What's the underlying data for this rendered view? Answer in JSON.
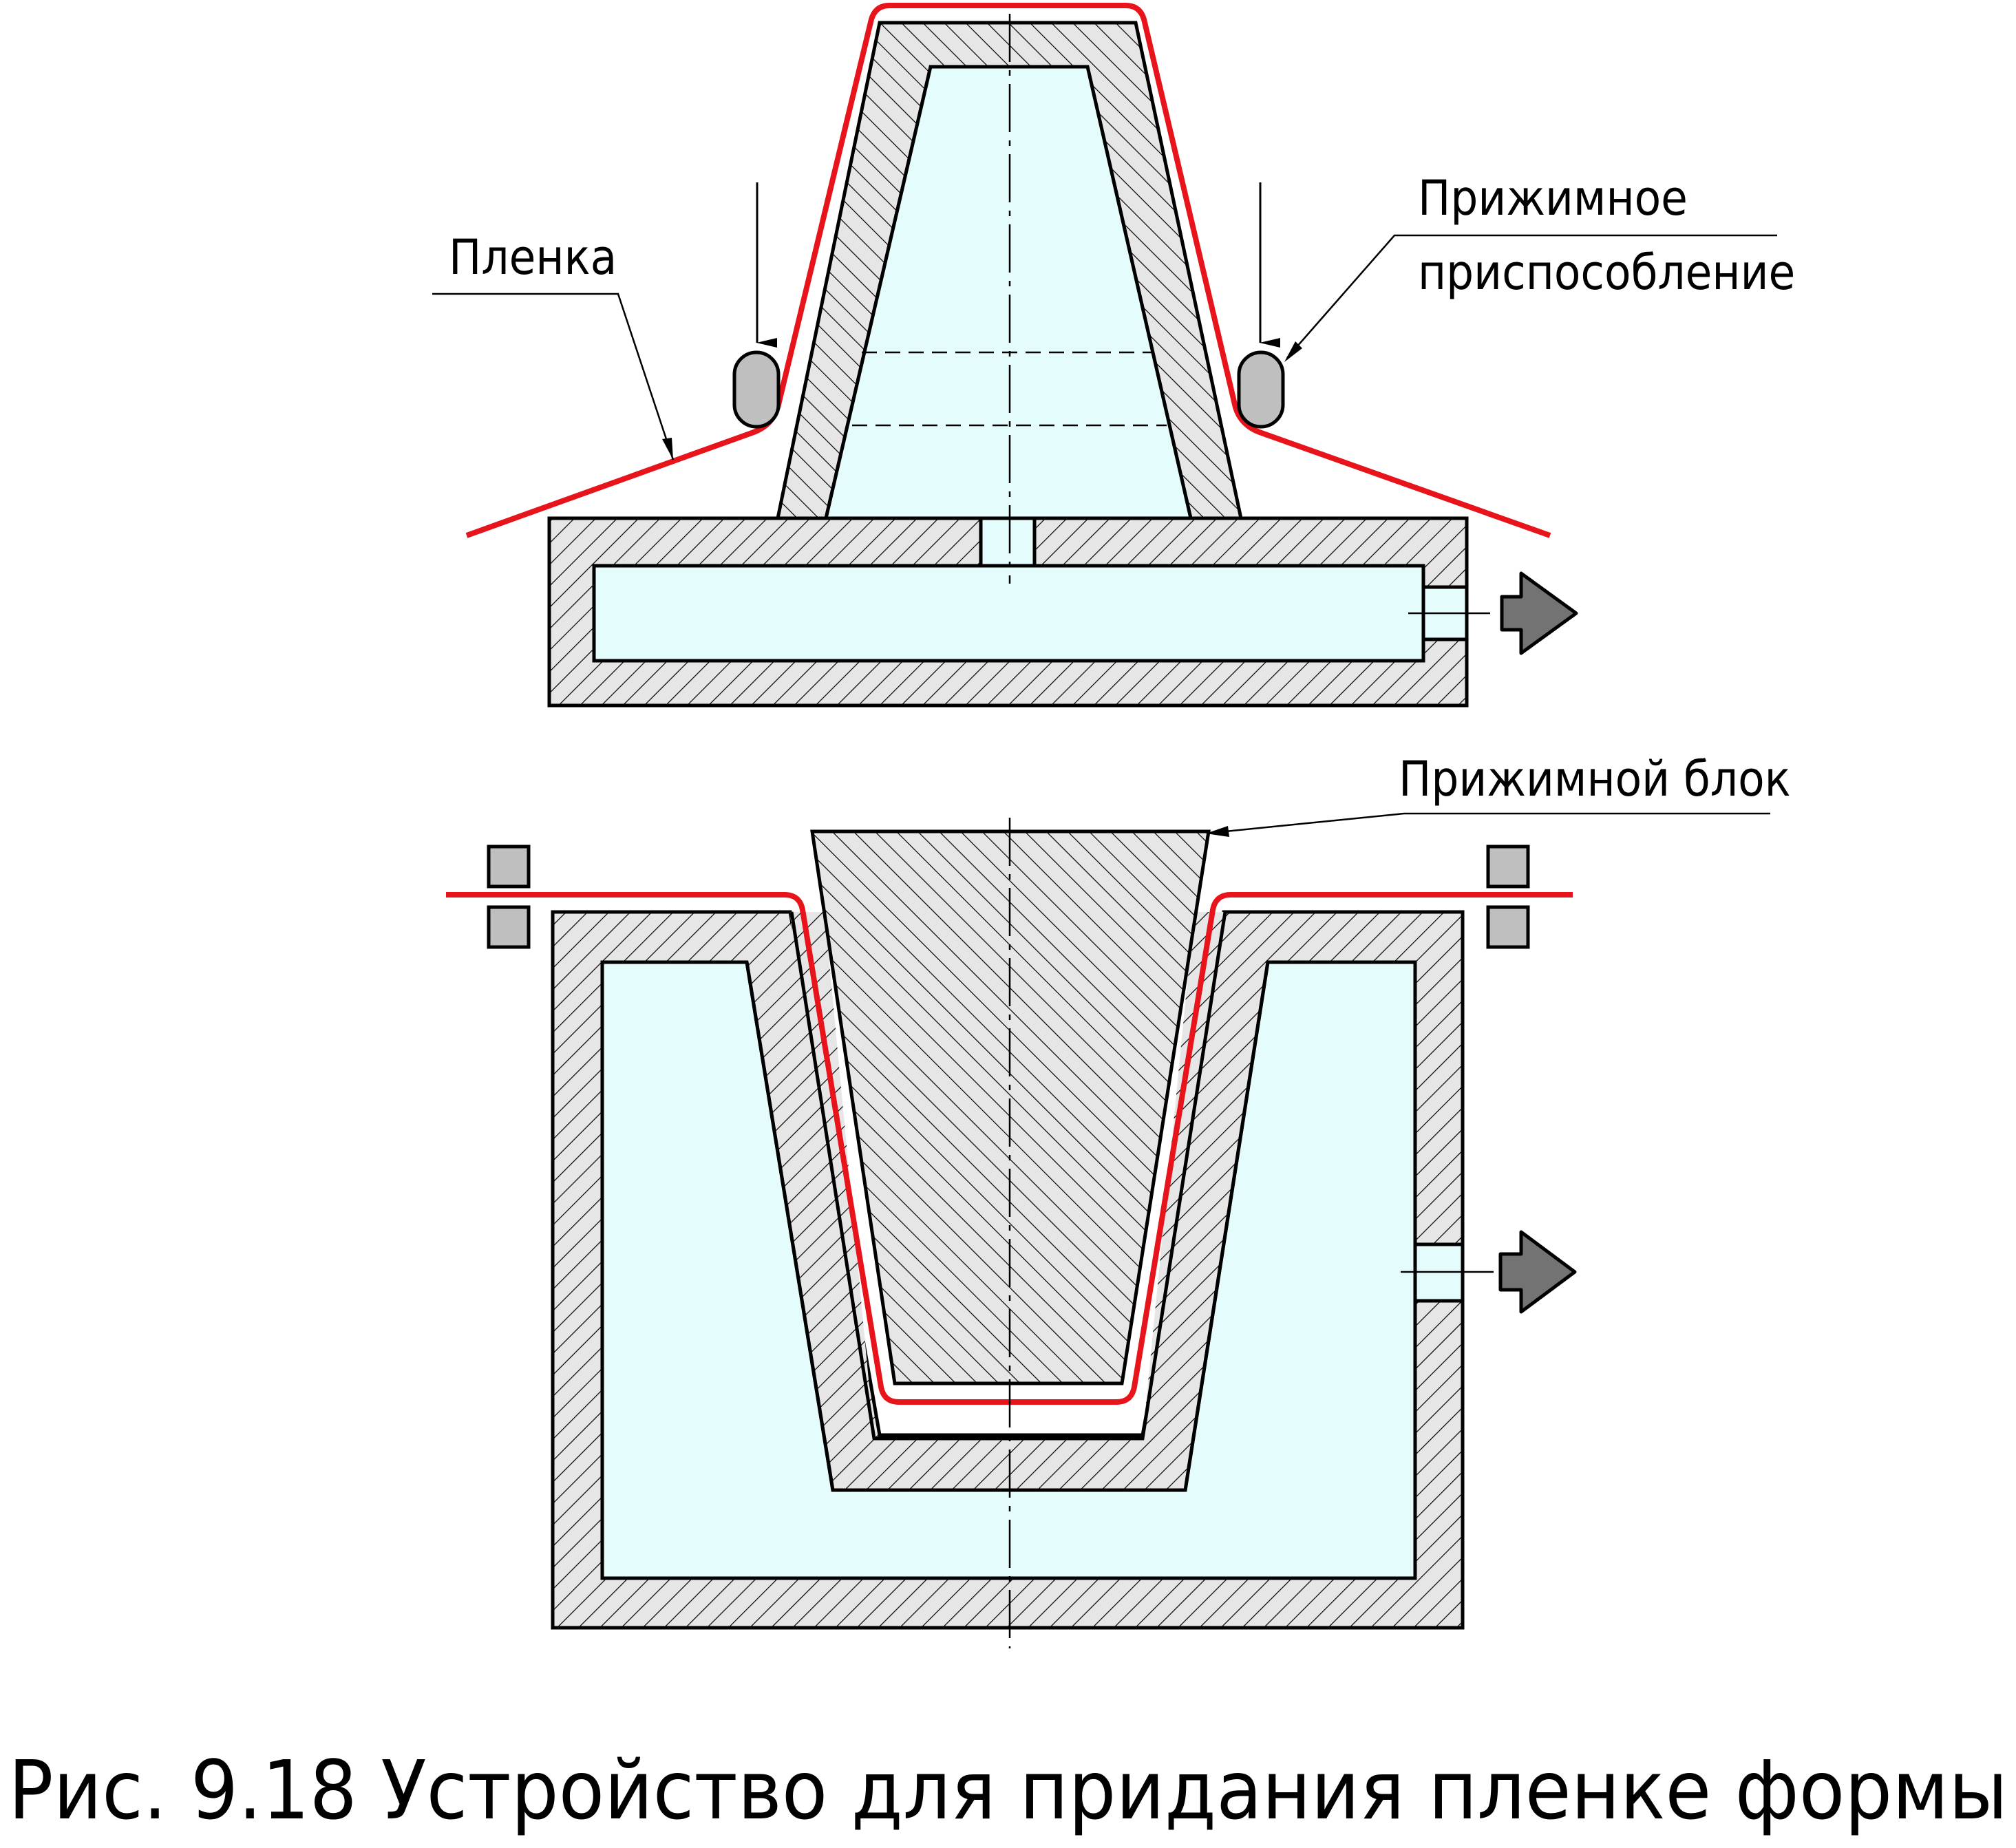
{
  "labels": {
    "film": "Пленка",
    "clamp_line1": "Прижимное",
    "clamp_line2": "приспособление",
    "press_block": "Прижимной блок"
  },
  "caption": "Рис. 9.18 Устройство для придания пленке формы",
  "colors": {
    "film": "#e8141b",
    "cavity": "#e5fcfd",
    "wall": "#e6e6e6",
    "outline": "#000000",
    "clamp": "#bfbfbf",
    "arrow": "#737373"
  },
  "icons": {
    "suction_arrow": "right-block-arrow",
    "press_arrow": "down-arrow"
  }
}
